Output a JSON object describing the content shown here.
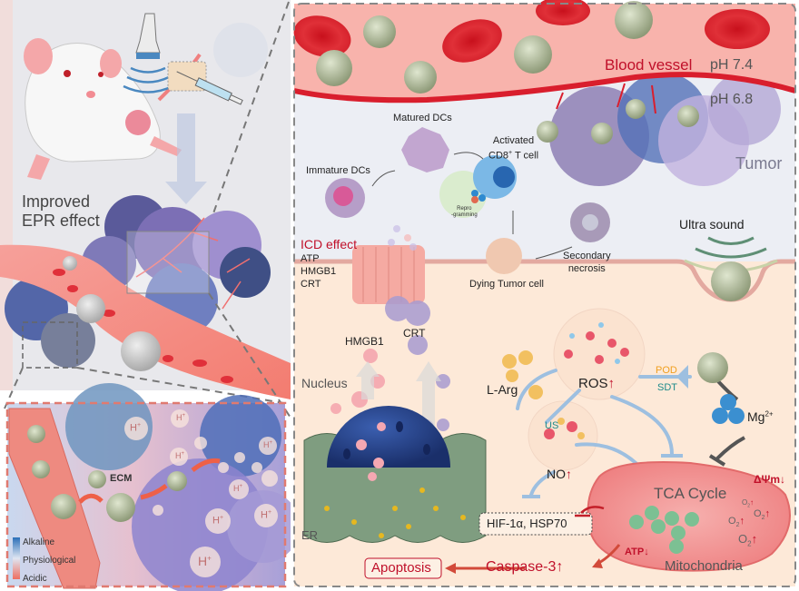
{
  "colors": {
    "accent_red": "#c0102a",
    "vessel_red": "#e0283a",
    "teal": "#1e8a8a",
    "orange": "#f0a020",
    "text_dark": "#222222",
    "text_gray": "#555555",
    "tumor_gray": "#7a7a90",
    "cytoplasm": "#fde9d8",
    "panel_bg": "#eceef4"
  },
  "left_panel": {
    "epr_label_line1": "Improved",
    "epr_label_line2": "EPR effect",
    "inset": {
      "ecm_label": "ECM",
      "proton_label": "H",
      "proton_charge": "+",
      "legend": [
        "Alkaline",
        "Physiological",
        "Acidic"
      ]
    },
    "icons": [
      "mouse-icon",
      "ultrasound-probe-icon",
      "syringe-icon",
      "tumor-icon",
      "blood-vessel-icon",
      "nanoparticle-icon"
    ]
  },
  "right_panel": {
    "top": {
      "blood_vessel_label": "Blood vessel",
      "ph_vessel": "pH 7.4",
      "ph_tumor": "pH 6.8",
      "tumor_label": "Tumor",
      "matured_dcs": "Matured DCs",
      "immature_dcs": "Immature DCs",
      "activated_line1": "Activated",
      "activated_line2_pre": "CD8",
      "activated_line2_sup": "+",
      "activated_line2_post": " T cell",
      "reprogramming_line1": "Repro",
      "reprogramming_line2": "-gramming",
      "dying_tumor_cell": "Dying Tumor cell",
      "secondary_line1": "Secondary",
      "secondary_line2": "necrosis",
      "ultrasound": "Ultra sound",
      "icd_title": "ICD effect",
      "icd_items": [
        "ATP",
        "HMGB1",
        "CRT"
      ]
    },
    "cell": {
      "hmgb1": "HMGB1",
      "crt": "CRT",
      "nucleus": "Nucleus",
      "er": "ER",
      "l_arg": "L-Arg",
      "ros": "ROS",
      "no_label": "NO",
      "up_arrow": "↑",
      "down_arrow": "↓",
      "pod": "POD",
      "sdt": "SDT",
      "us": "US",
      "mg_base": "Mg",
      "mg_charge": "2+",
      "delta_psi": "ΔΨm",
      "tca_cycle": "TCA Cycle",
      "o2": "O",
      "o2_sub": "2",
      "hif": "HIF-1α, HSP70",
      "atp": "ATP",
      "mitochondria": "Mitochondria",
      "caspase": "Caspase-3",
      "apoptosis": "Apoptosis"
    }
  }
}
